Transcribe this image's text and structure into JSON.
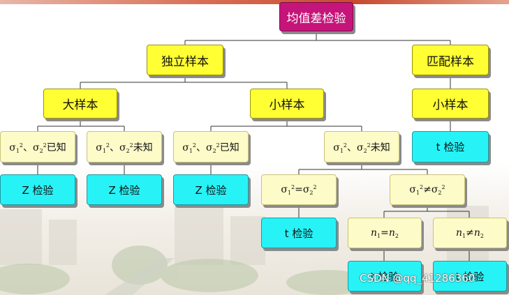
{
  "diagram": {
    "root": "均值差检验",
    "independent": "独立样本",
    "paired": "匹配样本",
    "large_sample": "大样本",
    "small_sample": "小样本",
    "paired_small_sample": "小样本",
    "z_test": "Z 检验",
    "t_test": "t 检验",
    "sigma": "σ",
    "sub1": "1",
    "sub2": "2",
    "sup2": "2",
    "sep": "、",
    "known": "已知",
    "unknown": "未知",
    "eq": "=",
    "neq": "≠",
    "n": "n"
  },
  "watermark": "CSDN @qq_41286360"
}
